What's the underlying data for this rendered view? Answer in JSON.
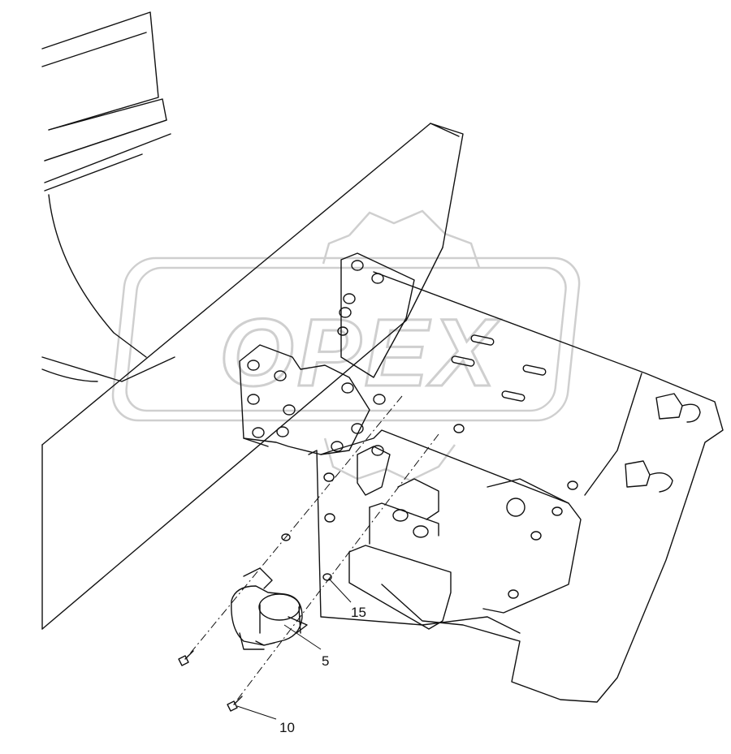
{
  "diagram": {
    "callouts": [
      {
        "id": "callout-5",
        "text": "5"
      },
      {
        "id": "callout-10",
        "text": "10"
      },
      {
        "id": "callout-15",
        "text": "15"
      }
    ],
    "watermark": {
      "text": "OPEX",
      "color": "#cfcfcf"
    },
    "line_color": "#111111"
  }
}
